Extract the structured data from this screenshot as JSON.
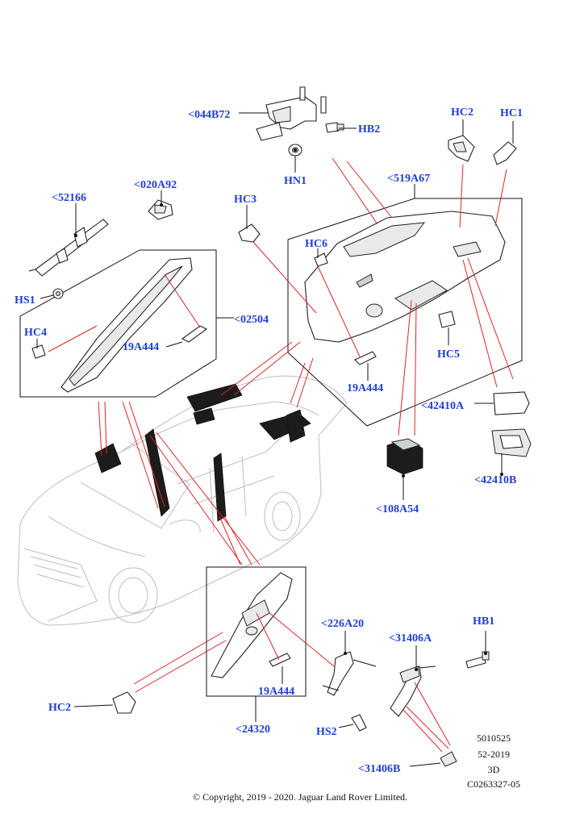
{
  "callouts": {
    "c044B72": "<044B72",
    "hb2": "HB2",
    "hn1": "HN1",
    "hc2_top": "HC2",
    "hc1": "HC1",
    "c519A67": "<519A67",
    "c020A92": "<020A92",
    "c52166": "<52166",
    "hc3": "HC3",
    "hc6": "HC6",
    "hs1": "HS1",
    "c02504": "<02504",
    "hc4": "HC4",
    "p19A444_a": "19A444",
    "p19A444_b": "19A444",
    "hc5": "HC5",
    "c42410A": "<42410A",
    "c42410B": "<42410B",
    "c108A54": "<108A54",
    "c226A20": "<226A20",
    "hb1": "HB1",
    "c31406A": "<31406A",
    "hc2_bottom": "HC2",
    "p19A444_c": "19A444",
    "c24320": "<24320",
    "hs2": "HS2",
    "c31406B": "<31406B"
  },
  "metadata": {
    "line1": "5010525",
    "line2": "52-2019",
    "line3": "3D",
    "line4": "C0263327-05"
  },
  "copyright": "© Copyright, 2019 - 2020. Jaguar Land Rover Limited.",
  "colors": {
    "callout": "#1f3fd6",
    "leader_red": "#e02525",
    "line": "#111111"
  }
}
